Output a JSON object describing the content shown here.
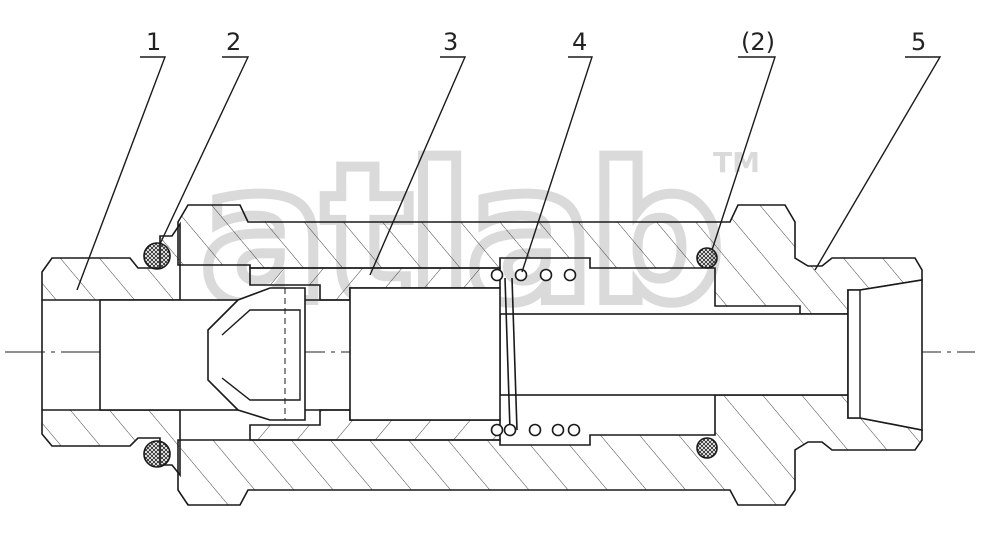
{
  "watermark": {
    "text": "atlab",
    "mark": "TM"
  },
  "callouts": [
    {
      "id": "1",
      "label": "1"
    },
    {
      "id": "2",
      "label": "2"
    },
    {
      "id": "3",
      "label": "3"
    },
    {
      "id": "4",
      "label": "4"
    },
    {
      "id": "2b",
      "label": "(2)"
    },
    {
      "id": "5",
      "label": "5"
    }
  ],
  "colors": {
    "line": "#1a1a1a",
    "hatch": "#333333",
    "watermark": "#c8c8c8"
  }
}
